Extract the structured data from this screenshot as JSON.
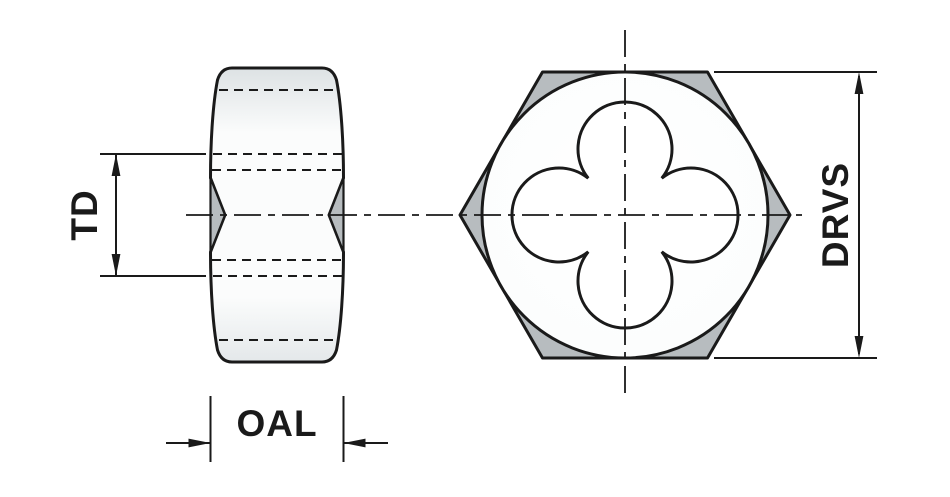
{
  "figure": {
    "kind": "technical-drawing",
    "subject": "hex die nut - side view and face view with dimensions",
    "labels": {
      "thread_diameter": "TD",
      "overall_length": "OAL",
      "drive_size": "DRVS"
    },
    "colors": {
      "line": "#1a1a1a",
      "shade_fill": "#b7bcbf",
      "background": "#ffffff"
    }
  }
}
